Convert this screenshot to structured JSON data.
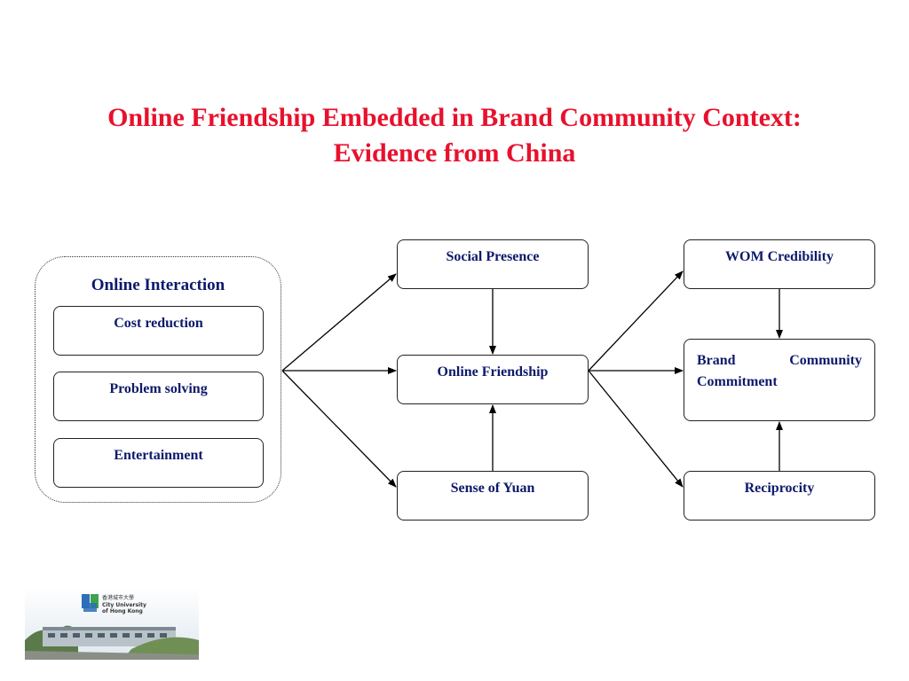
{
  "title": {
    "line1": "Online Friendship Embedded in Brand Community Context:",
    "line2": "Evidence from China"
  },
  "group": {
    "title": "Online Interaction",
    "items": [
      "Cost reduction",
      "Problem solving",
      "Entertainment"
    ]
  },
  "nodes": {
    "social_presence": "Social Presence",
    "online_friendship": "Online Friendship",
    "sense_of_yuan": "Sense of Yuan",
    "wom_credibility": "WOM Credibility",
    "brand_commitment": "Brand Community Commitment",
    "reciprocity": "Reciprocity"
  },
  "logo": {
    "text_cn": "香港城市大學",
    "text_en1": "City University",
    "text_en2": "of Hong Kong"
  },
  "colors": {
    "title": "#e8112d",
    "node_text": "#0d1a6b"
  }
}
